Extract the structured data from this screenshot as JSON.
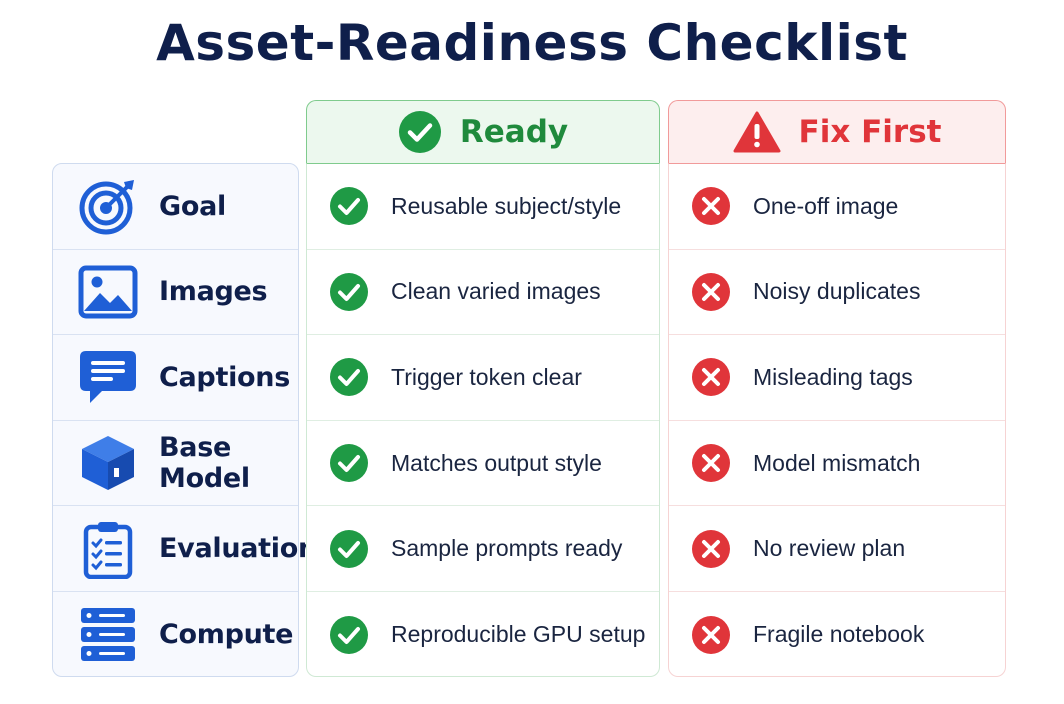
{
  "title": "Asset-Readiness Checklist",
  "colors": {
    "navy": "#0f1f4b",
    "blue": "#1f5fd6",
    "green": "#1f9a45",
    "red": "#e0353a"
  },
  "columns": {
    "ready": {
      "label": "Ready",
      "icon": "check-circle-icon"
    },
    "fix": {
      "label": "Fix First",
      "icon": "warning-triangle-icon"
    }
  },
  "rows": [
    {
      "label": "Goal",
      "icon": "target-icon",
      "ready": "Reusable subject/style",
      "fix": "One-off image"
    },
    {
      "label": "Images",
      "icon": "image-icon",
      "ready": "Clean varied images",
      "fix": "Noisy duplicates"
    },
    {
      "label": "Captions",
      "icon": "speech-bubble-icon",
      "ready": "Trigger token clear",
      "fix": "Misleading tags"
    },
    {
      "label": "Base Model",
      "icon": "cube-icon",
      "ready": "Matches output style",
      "fix": "Model mismatch"
    },
    {
      "label": "Evaluation",
      "icon": "clipboard-checklist-icon",
      "ready": "Sample prompts ready",
      "fix": "No review plan"
    },
    {
      "label": "Compute",
      "icon": "server-icon",
      "ready": "Reproducible GPU setup",
      "fix": "Fragile notebook"
    }
  ]
}
